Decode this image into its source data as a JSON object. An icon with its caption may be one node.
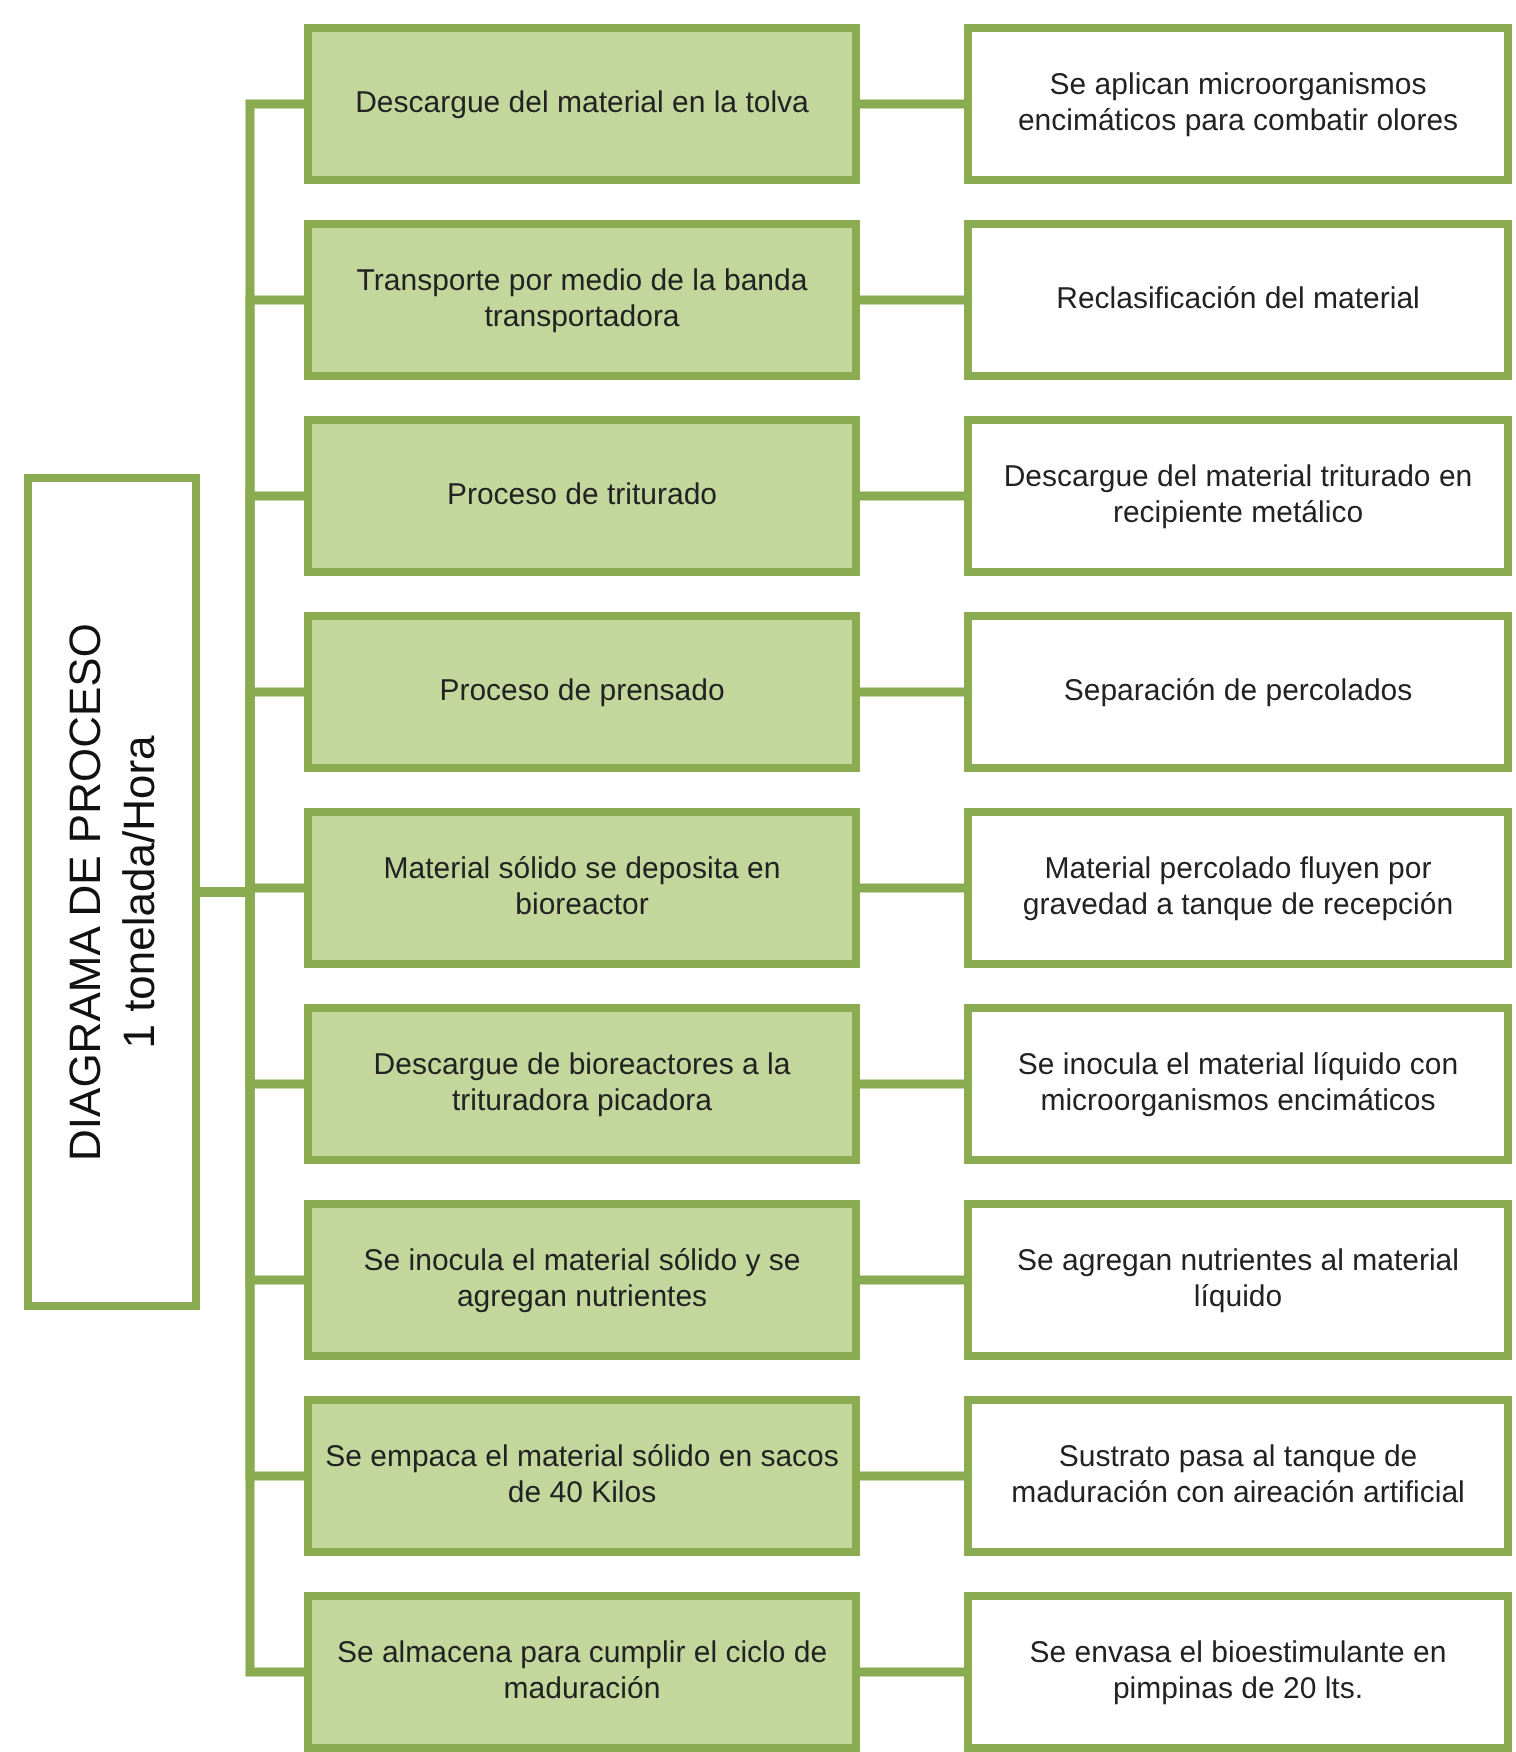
{
  "diagram": {
    "nodes": [
      {
        "text": [
          "DIAGRAMA DE PROCESO",
          "1 tonelada/Hora"
        ]
      },
      {
        "text": [
          "Descargue del material en la tolva"
        ]
      },
      {
        "text": [
          "Se aplican microorganismos encimáticos para combatir olores"
        ]
      },
      {
        "text": [
          "Transporte por medio de la banda transportadora"
        ]
      },
      {
        "text": [
          "Reclasificación del material"
        ]
      },
      {
        "text": [
          "Proceso de triturado"
        ]
      },
      {
        "text": [
          "Descargue del material triturado en recipiente metálico"
        ]
      },
      {
        "text": [
          "Proceso de prensado"
        ]
      },
      {
        "text": [
          "Separación de percolados"
        ]
      },
      {
        "text": [
          "Material sólido se deposita en bioreactor"
        ]
      },
      {
        "text": [
          "Material percolado fluyen por gravedad a tanque de recepción"
        ]
      },
      {
        "text": [
          "Descargue de bioreactores  a la trituradora picadora"
        ]
      },
      {
        "text": [
          "Se inocula el material líquido con microorganismos encimáticos"
        ]
      },
      {
        "text": [
          "Se inocula el material sólido  y se agregan nutrientes"
        ]
      },
      {
        "text": [
          "Se agregan nutrientes al material líquido"
        ]
      },
      {
        "text": [
          "Se empaca el material sólido en sacos de 40 Kilos"
        ]
      },
      {
        "text": [
          "Sustrato pasa al tanque de maduración con aireación artificial"
        ]
      },
      {
        "text": [
          "Se almacena para cumplir el ciclo de maduración"
        ]
      },
      {
        "text": [
          "Se envasa el bioestimulante en pimpinas de 20 lts."
        ]
      }
    ],
    "edges": [
      {
        "from": 0,
        "to": 1,
        "arrow": "none"
      },
      {
        "from": 0,
        "to": 3,
        "arrow": "none"
      },
      {
        "from": 0,
        "to": 5,
        "arrow": "none"
      },
      {
        "from": 0,
        "to": 7,
        "arrow": "none"
      },
      {
        "from": 0,
        "to": 9,
        "arrow": "none"
      },
      {
        "from": 0,
        "to": 11,
        "arrow": "none"
      },
      {
        "from": 0,
        "to": 13,
        "arrow": "none"
      },
      {
        "from": 0,
        "to": 15,
        "arrow": "none"
      },
      {
        "from": 0,
        "to": 17,
        "arrow": "none"
      },
      {
        "from": 1,
        "to": 2,
        "arrow": "none"
      },
      {
        "from": 3,
        "to": 4,
        "arrow": "none"
      },
      {
        "from": 5,
        "to": 6,
        "arrow": "none"
      },
      {
        "from": 7,
        "to": 8,
        "arrow": "none"
      },
      {
        "from": 9,
        "to": 10,
        "arrow": "none"
      },
      {
        "from": 11,
        "to": 12,
        "arrow": "none"
      },
      {
        "from": 13,
        "to": 14,
        "arrow": "none"
      },
      {
        "from": 15,
        "to": 16,
        "arrow": "none"
      },
      {
        "from": 17,
        "to": 18,
        "arrow": "none"
      }
    ]
  }
}
